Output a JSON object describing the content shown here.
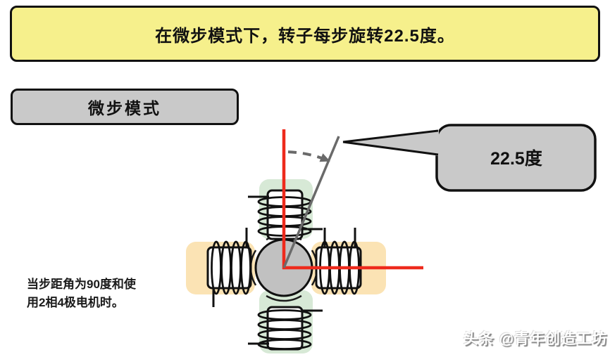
{
  "banner": {
    "text": "在微步模式下，转子每步旋转22.5度。"
  },
  "mode_label": {
    "text": "微步模式"
  },
  "callout": {
    "text": "22.5度"
  },
  "note": {
    "lines": [
      "当步距角为90度和使",
      "用2相4极电机时。"
    ]
  },
  "watermark": {
    "text": "头条 @青年创造工坊"
  },
  "diagram": {
    "step_angle_deg": 22.5,
    "coil_positions": [
      "top",
      "right",
      "bottom",
      "left"
    ]
  },
  "colors": {
    "banner_bg": "#f6f08c",
    "panel_gray": "#c9c9c9",
    "highlight_green": "#d7e9d6",
    "highlight_orange": "#fbe3b4",
    "axis_red": "#ee2a1c",
    "line_gray": "#6a6a6a",
    "rotor_gray": "#c1c1c1"
  }
}
